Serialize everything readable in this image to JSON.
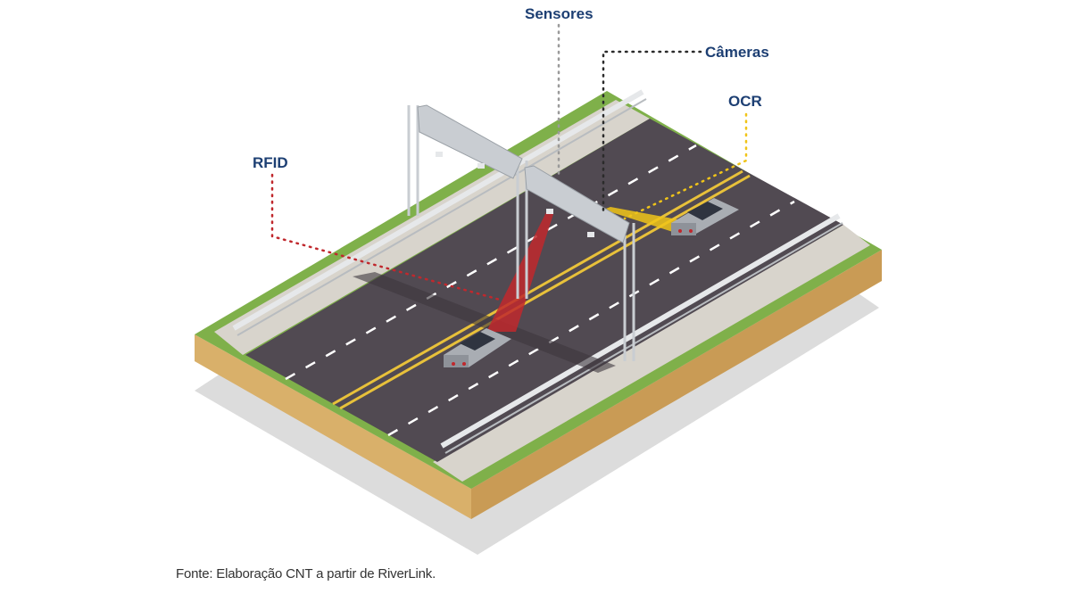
{
  "labels": {
    "sensores": "Sensores",
    "cameras": "Câmeras",
    "ocr": "OCR",
    "rfid": "RFID"
  },
  "source": "Fonte: Elaboração CNT a partir de RiverLink.",
  "colors": {
    "label_text": "#1d3f73",
    "grass": "#7fb04a",
    "soil": "#d9b06a",
    "asphalt": "#514a52",
    "lane_marking_center": "#e8c13a",
    "lane_marking": "#ffffff",
    "rfid_beam": "#c0282d",
    "ocr_beam": "#f0c419",
    "gantry": "#c9cdd2",
    "car": "#a9adb3"
  }
}
